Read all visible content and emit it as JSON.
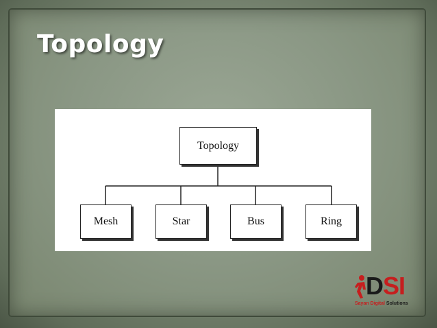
{
  "slide": {
    "title": "Topology"
  },
  "diagram": {
    "root": "Topology",
    "children": [
      "Mesh",
      "Star",
      "Bus",
      "Ring"
    ]
  },
  "logo": {
    "mark_text_d": "D",
    "mark_text_si": "SI",
    "tagline_part1": "Sayan Digital ",
    "tagline_part2": "Solutions"
  },
  "colors": {
    "background": "#8a9784",
    "title_text": "#ffffff",
    "logo_red": "#c61e1e"
  }
}
